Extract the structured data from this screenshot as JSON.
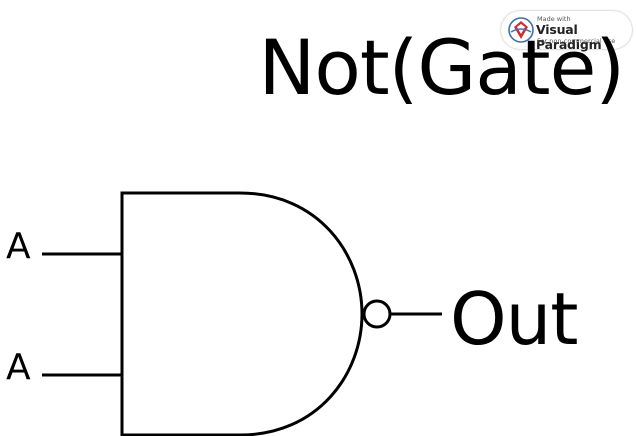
{
  "watermark": {
    "made_with": "Made with",
    "brand": "Visual Paradigm",
    "usage": "For non-commercial use"
  },
  "diagram": {
    "title": "Not(Gate)",
    "gate_type": "NAND",
    "inputs": [
      {
        "label": "A"
      },
      {
        "label": "A"
      }
    ],
    "output": {
      "label": "Out"
    },
    "colors": {
      "stroke": "#000000",
      "background": "#ffffff",
      "logo_red": "#d9292b",
      "logo_blue": "#3b6fb6"
    }
  }
}
